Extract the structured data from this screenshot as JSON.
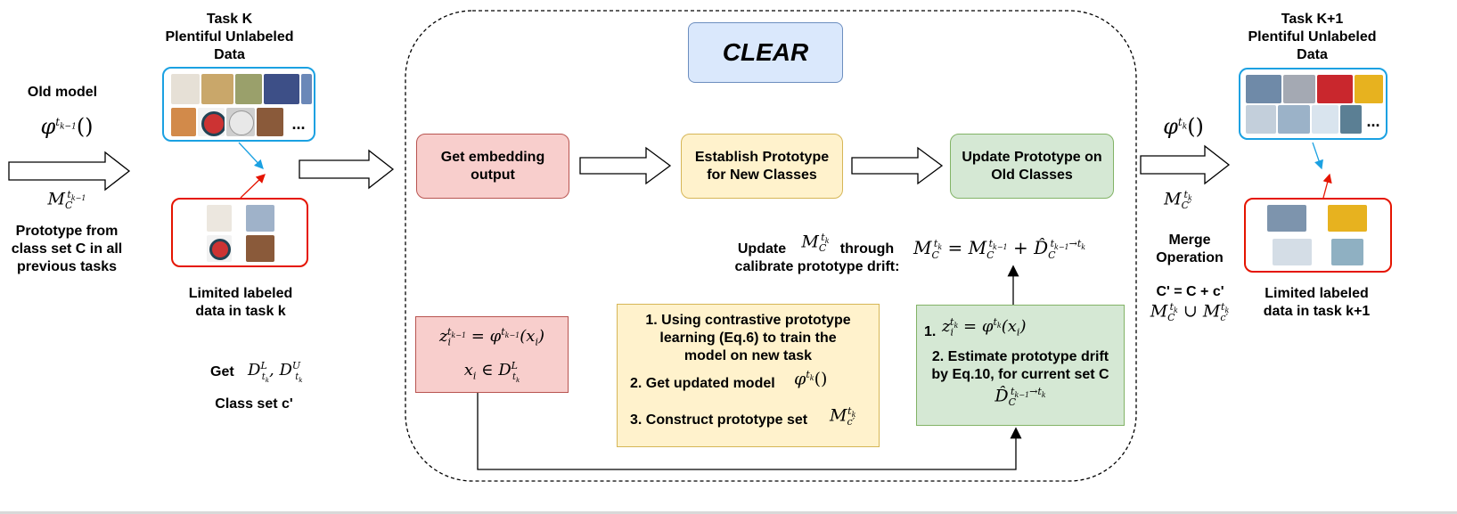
{
  "left": {
    "old_model": "Old model",
    "phi_prev": "φ",
    "phi_prev_sup": "t",
    "phi_prev_sup_sub": "k−1",
    "phi_paren": "()",
    "m_c": "M",
    "m_c_sub": "C",
    "m_c_sup": "t",
    "m_c_sup_sub": "k−1",
    "prototype_text": [
      "Prototype from",
      "class set C in all",
      "previous tasks"
    ]
  },
  "task_k": {
    "title": [
      "Task K",
      "Plentiful Unlabeled",
      "Data"
    ],
    "ellipsis": "...",
    "limited": [
      "Limited labeled",
      "data in task k"
    ],
    "get_label": "Get",
    "get_formula": "D",
    "class_set": "Class set c'"
  },
  "clear": {
    "title": "CLEAR",
    "get_embedding": "Get embedding output",
    "establish": "Establish Prototype for New Classes",
    "update_old": "Update Prototype on Old Classes",
    "update_label_1": "Update",
    "update_label_2": "through",
    "update_label_3": "calibrate prototype drift:",
    "equation": "= M",
    "emb_formula_1": "= φ",
    "emb_formula_2": "∈ D",
    "steps_yellow": [
      "1. Using contrastive prototype",
      "learning (Eq.6) to train the",
      "model on new task",
      "2. Get updated model",
      "3. Construct prototype set"
    ],
    "steps_green": [
      "1.",
      "2. Estimate prototype drift",
      "by Eq.10, for current set C"
    ]
  },
  "right": {
    "phi_k": "φ",
    "m_cprime": "M",
    "merge": [
      "Merge",
      "Operation"
    ],
    "c_merge": "C' = C + c'",
    "union": "∪",
    "task_k1": [
      "Task K+1",
      "Plentiful Unlabeled",
      "Data"
    ],
    "ellipsis": "...",
    "limited": [
      "Limited labeled",
      "data in task k+1"
    ]
  },
  "colors": {
    "blue_frame": "#1ba1e2",
    "red_frame": "#e51400",
    "clear_fill": "#dae8fc",
    "clear_border": "#6c8ebf",
    "red_fill": "#f8cecc",
    "red_border": "#b85450",
    "yellow_fill": "#fff2cc",
    "yellow_border": "#d6b656",
    "green_fill": "#d5e8d4",
    "green_border": "#82b366"
  }
}
